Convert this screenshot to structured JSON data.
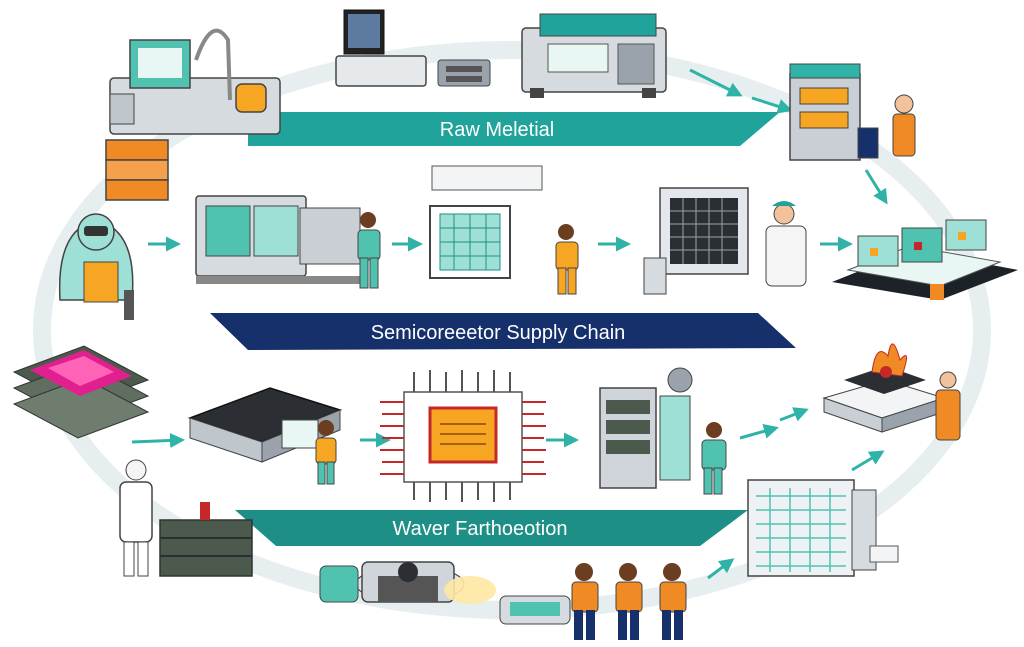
{
  "banners": {
    "raw_material": "Raw Meletial",
    "supply_chain": "Semicoreeetor Supply Chain",
    "wafer_fab": "Waver Farthoeotion"
  },
  "colors": {
    "teal": "#1fa39b",
    "dark_teal": "#157f78",
    "navy": "#16306b",
    "orange": "#f08a24",
    "worker_teal": "#4fc3b0",
    "machine_gray": "#d6dbe0",
    "chip_red": "#c62828",
    "chip_yellow": "#f6a623",
    "magenta": "#e0208f",
    "arrow": "#2fb3a6"
  },
  "icons": [
    "lab-station-icon",
    "computer-terminal-icon",
    "printer-machine-icon",
    "server-cabinet-icon",
    "orange-boxes-icon",
    "cleanroom-worker-icon",
    "fabrication-machine-icon",
    "wafer-panel-icon",
    "grid-panel-icon",
    "factory-model-icon",
    "wafer-stack-icon",
    "press-machine-icon",
    "microchip-icon",
    "robotic-equipment-icon",
    "furnace-icon",
    "inspector-worker-icon",
    "data-board-icon",
    "reactor-icon",
    "engineer-team-icon"
  ]
}
